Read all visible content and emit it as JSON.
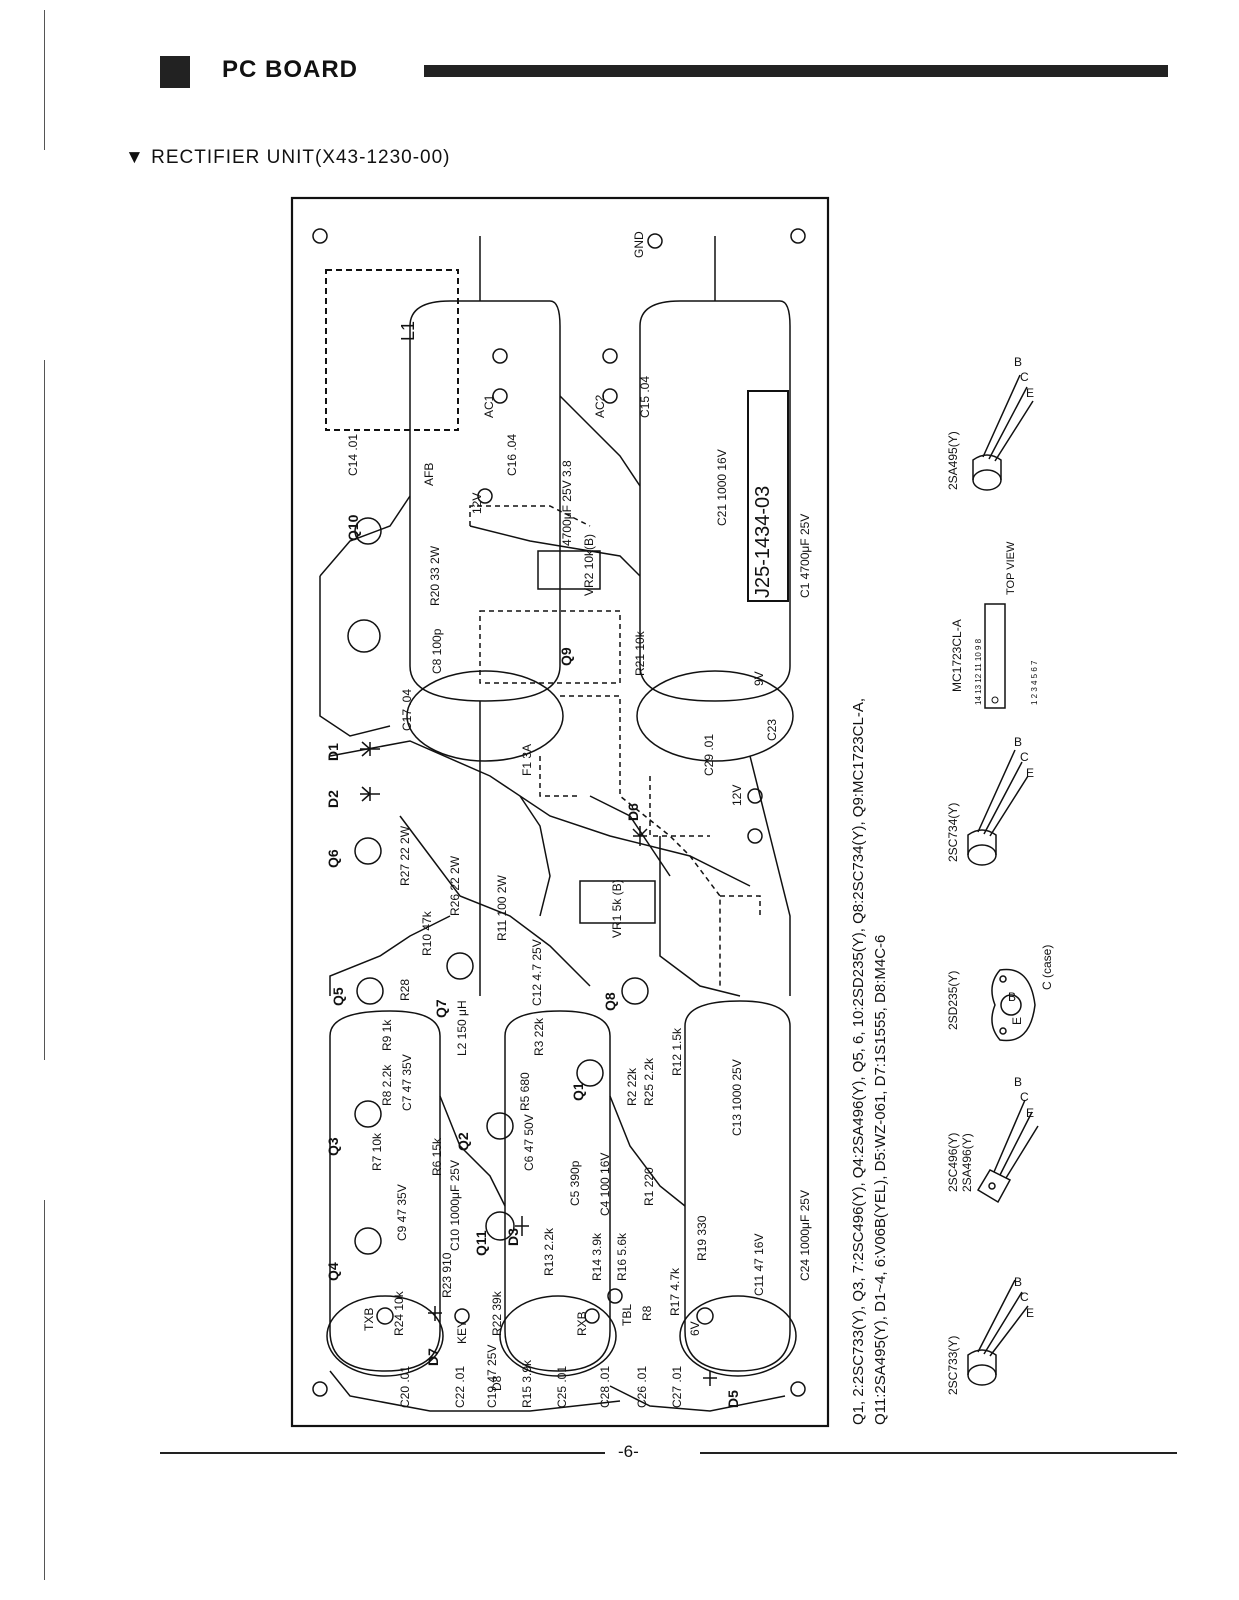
{
  "header": {
    "title": "PC BOARD"
  },
  "section": {
    "heading": "RECTIFIER UNIT(X43-1230-00)",
    "marker": "▼"
  },
  "board": {
    "code": "J25-1434-03",
    "labels": {
      "gnd": "GND",
      "l1": "L1",
      "ac1": "AC1",
      "ac2": "AC2",
      "c15": "C15 .04",
      "c14": "C14 .01",
      "afb": "AFB",
      "c16": "C16 .04",
      "v12_top": "12V",
      "c21": "C21 1000 16V",
      "c3": "4700μF 25V 3.8",
      "c1": "C1 4700μF 25V",
      "r20": "R20 33 2W",
      "vr2": "VR2 10k(B)",
      "q10": "Q10",
      "c8": "C8 100p",
      "q9": "Q9",
      "r21": "R21 10k",
      "v9": "9V",
      "c17": "C17 .04",
      "f1": "F1 3A",
      "c23": "C23",
      "c29": "C29 .01",
      "d1": "D1",
      "d2": "D2",
      "d6": "D6",
      "v12_mid": "12V",
      "q6": "Q6",
      "r27": "R27 22 2W",
      "r26": "R26 22 2W",
      "r11": "R11 100 2W",
      "vr1": "VR1 5k (B)",
      "r10": "R10 47k",
      "q5": "Q5",
      "r28": "R28",
      "c12": "C12 4.7 25V",
      "q8": "Q8",
      "q7": "Q7",
      "r9": "R9 1k",
      "l2": "L2 150 μH",
      "r3": "R3 22k",
      "r15k": "R12 1.5k",
      "q3": "Q3",
      "r8": "R8 2.2k",
      "c7": "C7 47 35V",
      "r5": "R5 680",
      "q1": "Q1",
      "r2": "R2 22k",
      "r25": "R25 2.2k",
      "c13": "C13 1000 25V",
      "r7": "R7 10k",
      "q2": "Q2",
      "c6": "C6 47 50V",
      "r6": "R6 15k",
      "c10": "C10 1000μF 25V",
      "c5": "C5 390p",
      "c4": "C4 100 16V",
      "r1": "R1 220",
      "c9": "C9 47 35V",
      "q11": "Q11",
      "d3": "D3",
      "c24": "C24 1000μF 25V",
      "r23": "R23 910",
      "q4": "Q4",
      "r24": "R24 10k",
      "r13": "R13 2.2k",
      "r14": "R14 3.9k",
      "r16": "R16 5.6k",
      "r19": "R19 330",
      "c11": "C11 47 16V",
      "key": "KEY",
      "r22": "R22 39k",
      "txb": "TXB",
      "rxb": "RXB",
      "tbl": "TBL",
      "r8b": "R8",
      "r17": "R17 4.7k",
      "v6": "6V",
      "d7": "D7",
      "c20": "C20 .01",
      "c22": "C22 .01",
      "c19": "C19 47 25V",
      "r15": "R15 3.9k",
      "c25": "C25 .01",
      "c28": "C28 .01",
      "c26": "C26 .01",
      "c27": "C27 .01",
      "d5": "D5",
      "d8": "D8"
    }
  },
  "parts_notes": {
    "line1": "Q1, 2:2SC733(Y), Q3, 7:2SC496(Y), Q4:2SA496(Y), Q5, 6, 10:2SD235(Y), Q8:2SC734(Y), Q9:MC1723CL-A,",
    "line2": "Q11:2SA495(Y), D1~4, 6:V06B(YEL), D5:WZ-061, D7:1S1555, D8:M4C-6"
  },
  "pinouts": [
    {
      "name": "2SC733(Y)",
      "pins": [
        "B",
        "C",
        "E"
      ]
    },
    {
      "name": "2SC496(Y)",
      "name2": "2SA496(Y)",
      "pins": [
        "B",
        "C",
        "E"
      ]
    },
    {
      "name": "2SD235(Y)",
      "pins": [
        "B",
        "E",
        "C (case)"
      ]
    },
    {
      "name": "2SC734(Y)",
      "pins": [
        "B",
        "C",
        "E"
      ]
    },
    {
      "name": "MC1723CL-A",
      "pins_top": "14 13 12 11 10 9 8",
      "pins_bottom": "1 2 3 4 5 6 7",
      "view": "TOP VIEW"
    },
    {
      "name": "2SA495(Y)",
      "pins": [
        "B",
        "C",
        "E"
      ]
    }
  ],
  "footer": {
    "page": "-6-"
  }
}
